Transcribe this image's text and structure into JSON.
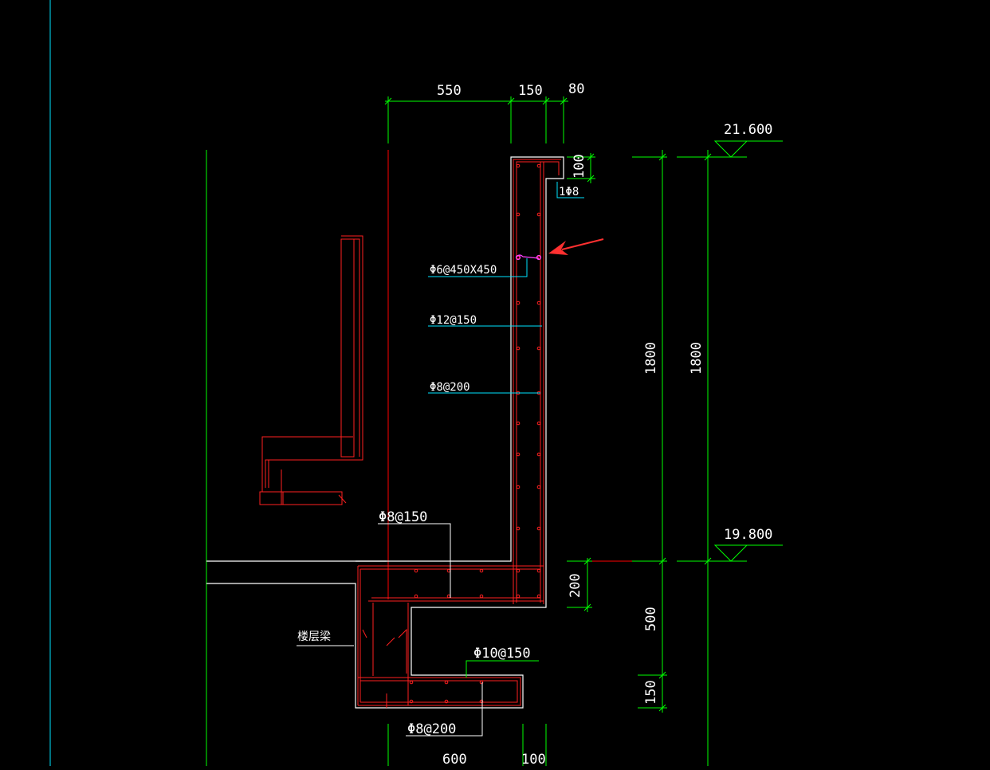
{
  "colors": {
    "background": "#000000",
    "outline": "#ffffff",
    "rebar": "#ff2020",
    "dimension": "#00ff00",
    "leader": "#00ffff",
    "axis": "#ff0000",
    "pointer_arrow": "#ff3030",
    "tie": "#ff40ff"
  },
  "dimensions": {
    "top_550": "550",
    "top_150": "150",
    "top_80": "80",
    "lip_100": "100",
    "height_1800_a": "1800",
    "height_1800_b": "1800",
    "slab_200": "200",
    "beam_500": "500",
    "bottom_150": "150",
    "bottom_600": "600",
    "bottom_100": "100"
  },
  "elevations": {
    "top": "21.600",
    "floor": "19.800"
  },
  "rebar_labels": {
    "lip_bar": "1Φ8",
    "tie": "Φ6@450X450",
    "vertical": "Φ12@150",
    "horizontal": "Φ8@200",
    "slab_top": "Φ8@150",
    "ledge_top": "Φ10@150",
    "ledge_bottom": "Φ8@200"
  },
  "annotations": {
    "beam": "楼层梁"
  },
  "icons": {
    "pointer": "red-arrow-icon",
    "elevation": "elevation-triangle-icon"
  }
}
